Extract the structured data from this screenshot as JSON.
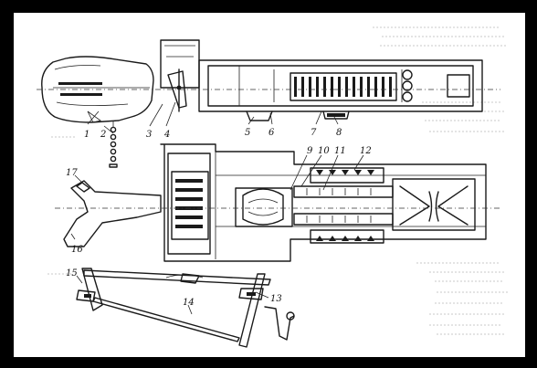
{
  "diagram": {
    "callouts": [
      "1",
      "2",
      "3",
      "4",
      "5",
      "6",
      "7",
      "8",
      "9",
      "10",
      "11",
      "12",
      "13",
      "14",
      "15",
      "16",
      "17"
    ]
  }
}
